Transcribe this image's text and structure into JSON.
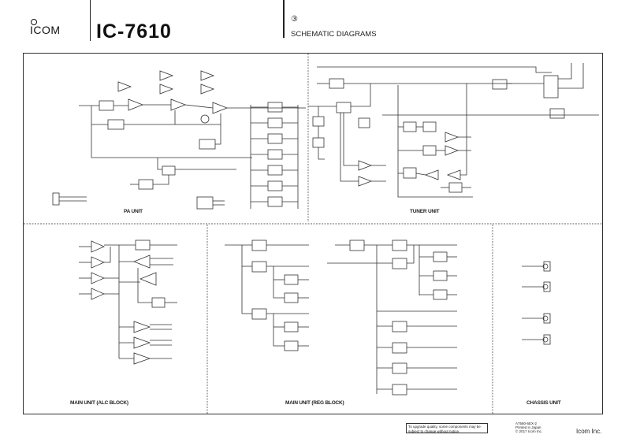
{
  "header": {
    "brand": "ICOM",
    "model": "IC-7610",
    "section_number": "③",
    "section_title": "SCHEMATIC DIAGRAMS"
  },
  "sections": {
    "pa_unit": "PA UNIT",
    "tuner_unit": "TUNER UNIT",
    "main_alc": "MAIN UNIT (ALC BLOCK)",
    "main_reg": "MAIN UNIT (REG BLOCK)",
    "chassis_unit": "CHASSIS UNIT"
  },
  "footer": {
    "notice": "To upgrade quality, some components may be subject to change without notice.",
    "doc_code": "A7580-6EX-2",
    "printed": "Printed in Japan",
    "copyright": "© 2017 Icom Inc.",
    "company": "Icom Inc."
  },
  "colors": {
    "line": "#333333",
    "background": "#ffffff"
  }
}
